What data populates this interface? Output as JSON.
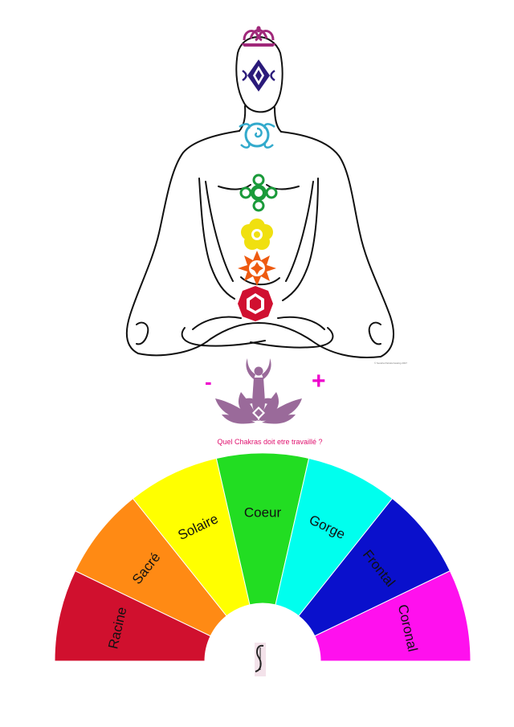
{
  "figure": {
    "credit": "© Sandra Pattofer/wiebig 2007",
    "minus_sign": "-",
    "plus_sign": "+",
    "question": "Quel Chakras doit etre travaillé ?"
  },
  "colors": {
    "outline": "#111111",
    "lotus": "#9a6a9a",
    "sign": "#ee00cc",
    "question": "#e0106e",
    "crown": "#a0287a",
    "third_eye": "#2a1a7a",
    "throat": "#33aacc",
    "heart": "#1a9a3a",
    "solar": "#f0e010",
    "sacral": "#ee5a10",
    "root": "#d01030"
  },
  "chakra_symbols": [
    {
      "name": "crown-chakra-symbol",
      "color": "#a0287a"
    },
    {
      "name": "third-eye-chakra-symbol",
      "color": "#2a1a7a"
    },
    {
      "name": "throat-chakra-symbol",
      "color": "#33aacc"
    },
    {
      "name": "heart-chakra-symbol",
      "color": "#1a9a3a"
    },
    {
      "name": "solar-plexus-chakra-symbol",
      "color": "#f0e010"
    },
    {
      "name": "sacral-chakra-symbol",
      "color": "#ee5a10"
    },
    {
      "name": "root-chakra-symbol",
      "color": "#d01030"
    }
  ],
  "pendulum_chart": {
    "segments": [
      {
        "label": "Racine",
        "color": "#d0102e"
      },
      {
        "label": "Sacré",
        "color": "#ff8a14"
      },
      {
        "label": "Solaire",
        "color": "#ffff00"
      },
      {
        "label": "Coeur",
        "color": "#22dd22"
      },
      {
        "label": "Gorge",
        "color": "#00ffee"
      },
      {
        "label": "Frontal",
        "color": "#0a10cc"
      },
      {
        "label": "Coronal",
        "color": "#ff10ee"
      }
    ]
  }
}
